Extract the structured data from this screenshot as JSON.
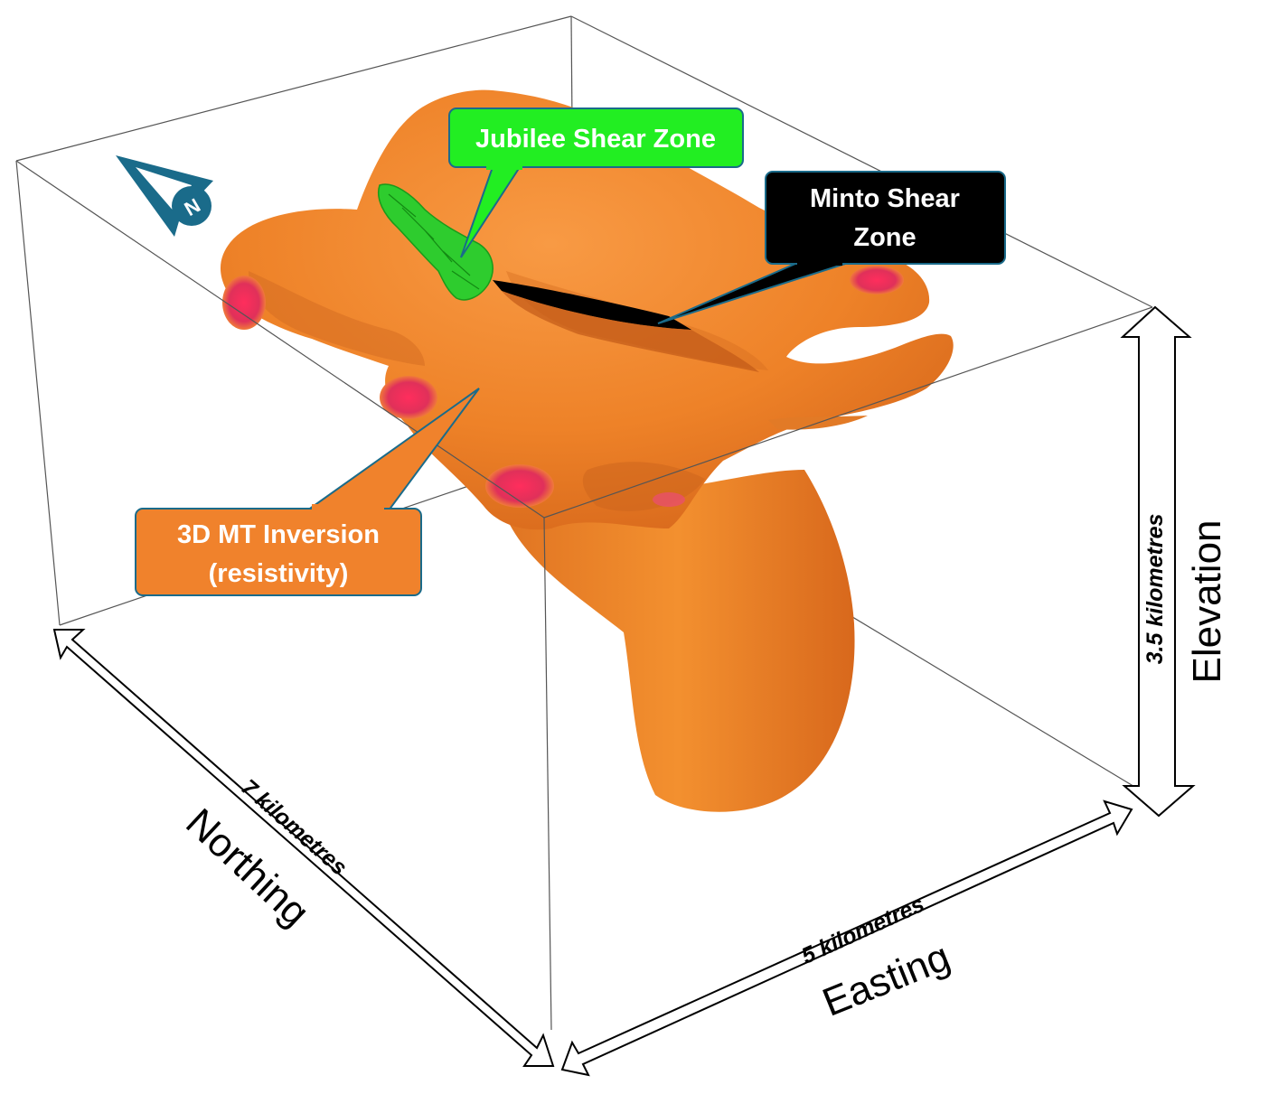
{
  "callouts": {
    "jubilee": "Jubilee Shear Zone",
    "minto_line1": "Minto Shear",
    "minto_line2": "Zone",
    "inversion_line1": "3D MT Inversion",
    "inversion_line2": "(resistivity)"
  },
  "dimensions": {
    "northing_length": "7 kilometres",
    "easting_length": "5 kilometres",
    "elevation_length": "3.5 kilometres"
  },
  "axes": {
    "northing": "Northing",
    "easting": "Easting",
    "elevation": "Elevation"
  },
  "north_arrow": {
    "label": "N",
    "icon": "north-arrow-icon",
    "color": "#1a6b8a"
  },
  "colors": {
    "body": "#f08a2c",
    "body_shadow": "#c8621a",
    "conductor": "#e0305a",
    "jubilee_fill": "#22ee22",
    "minto_fill": "#000000",
    "inversion_fill": "#f0822c"
  }
}
